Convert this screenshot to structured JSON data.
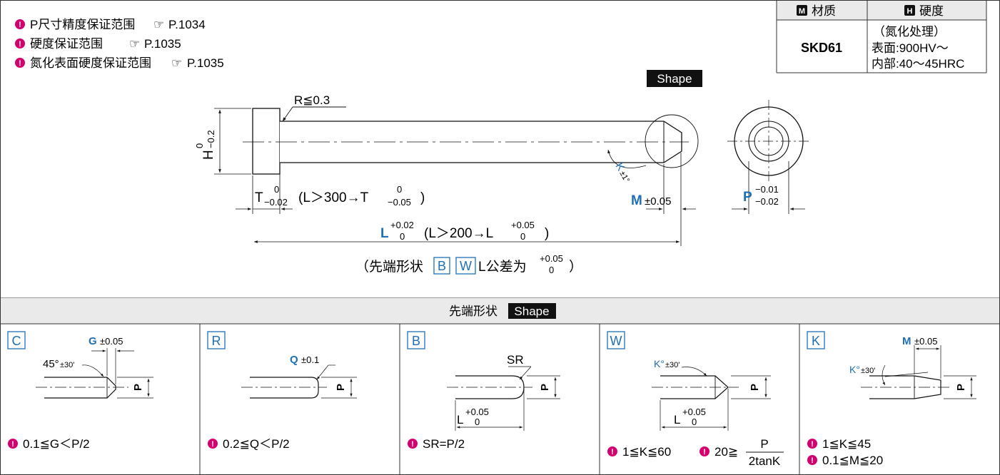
{
  "notes": [
    {
      "text": "P尺寸精度保证范围",
      "ref": "P.1034"
    },
    {
      "text": "硬度保证范围",
      "ref": "P.1035"
    },
    {
      "text": "氮化表面硬度保证范围",
      "ref": "P.1035"
    }
  ],
  "spec_table": {
    "headers": [
      {
        "badge": "M",
        "label": "材质"
      },
      {
        "badge": "H",
        "label": "硬度"
      }
    ],
    "material": "SKD61",
    "hardness_lines": [
      "（氮化处理）",
      "表面:900HV～",
      "内部:40～45HRC"
    ]
  },
  "main_drawing": {
    "shape_tag": "Shape",
    "radius_label": "R≦0.3",
    "h_label": "H",
    "h_tol_upper": "0",
    "h_tol_lower": "−0.2",
    "t_label": "T",
    "t_tol_upper": "0",
    "t_tol_lower": "−0.02",
    "t_cond_prefix": "(L＞300→T",
    "t_cond_upper": "0",
    "t_cond_lower": "−0.05",
    "t_cond_suffix": ")",
    "k_label": "K",
    "k_tol": "±1°",
    "m_label": "M",
    "m_tol": "±0.05",
    "p_label": "P",
    "p_tol_upper": "−0.01",
    "p_tol_lower": "−0.02",
    "l_label": "L",
    "l_tol_upper": "+0.02",
    "l_tol_lower": "0",
    "l_cond_prefix": "(L＞200→L",
    "l_cond_upper": "+0.05",
    "l_cond_lower": "0",
    "l_cond_suffix": ")",
    "tip_note_prefix": "（先端形状",
    "tip_note_b": "B",
    "tip_note_w": "W",
    "tip_note_mid": "L公差为",
    "tip_note_upper": "+0.05",
    "tip_note_lower": "0",
    "tip_note_suffix": "）"
  },
  "shape_section": {
    "title": "先端形状",
    "tag": "Shape",
    "shapes": [
      {
        "code": "C",
        "dim_label": "G",
        "dim_tol": "±0.05",
        "angle": "45°",
        "angle_tol": "±30'",
        "p_label": "P",
        "conditions": [
          "0.1≦G＜P/2"
        ]
      },
      {
        "code": "R",
        "dim_label": "Q",
        "dim_tol": "±0.1",
        "p_label": "P",
        "conditions": [
          "0.2≦Q＜P/2"
        ]
      },
      {
        "code": "B",
        "dim_label": "SR",
        "l_label": "L",
        "l_tol_upper": "+0.05",
        "l_tol_lower": "0",
        "p_label": "P",
        "conditions": [
          "SR=P/2"
        ]
      },
      {
        "code": "W",
        "angle": "K°",
        "angle_tol": "±30'",
        "l_label": "L",
        "l_tol_upper": "+0.05",
        "l_tol_lower": "0",
        "p_label": "P",
        "conditions": [
          "1≦K≦60"
        ],
        "frac_prefix": "20≧",
        "frac_num": "P",
        "frac_den": "2tanK"
      },
      {
        "code": "K",
        "dim_label": "M",
        "dim_tol": "±0.05",
        "angle": "K°",
        "angle_tol": "±30'",
        "p_label": "P",
        "conditions": [
          "1≦K≦45",
          "0.1≦M≦20"
        ]
      }
    ]
  },
  "colors": {
    "blue": "#1f6fb5",
    "magenta": "#d4006e",
    "header_bg": "#eaeaea"
  }
}
